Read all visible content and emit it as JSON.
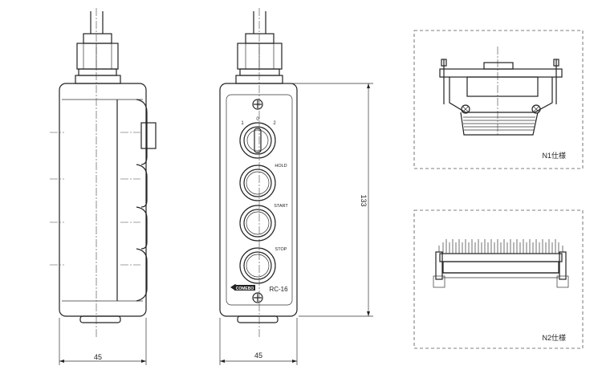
{
  "labels": {
    "pos1": "1",
    "pos0": "0",
    "pos2": "2",
    "hold": "HOLD",
    "start": "START",
    "stop": "STOP",
    "brand": "COMEBO",
    "model": "RC-16"
  },
  "dims": {
    "width_side": "45",
    "width_front": "45",
    "height": "133"
  },
  "options": {
    "n1": "N1仕様",
    "n2": "N2仕様"
  }
}
